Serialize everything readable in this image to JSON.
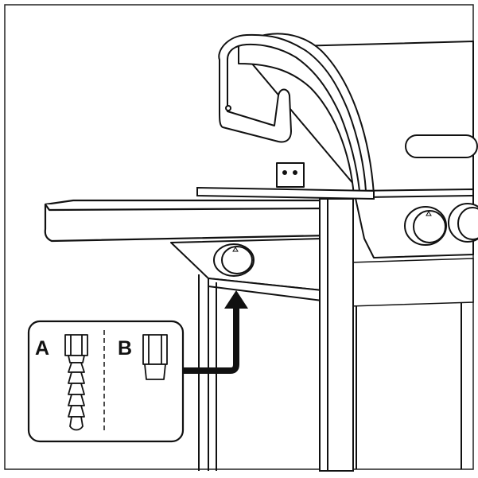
{
  "diagram": {
    "callout": {
      "label_a": "A",
      "label_b": "B",
      "part_a_icon": "hose-barb-fitting-icon",
      "part_b_icon": "cap-nut-fitting-icon"
    },
    "arrow_icon": "bent-arrow-up-icon",
    "subject": "grill-side-burner-connection",
    "colors": {
      "line": "#111111",
      "fill": "#ffffff",
      "frame": "#222222"
    }
  }
}
